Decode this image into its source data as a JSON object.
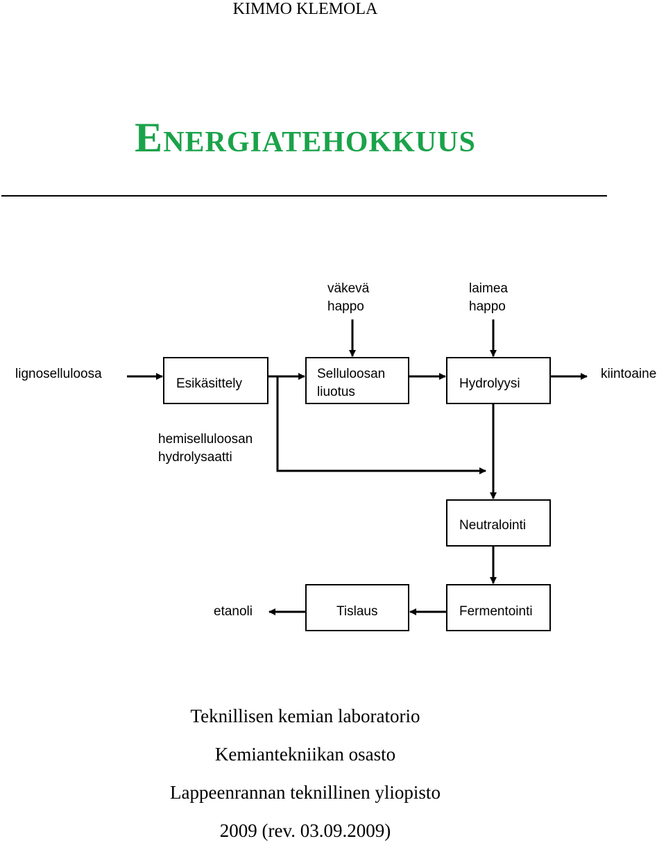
{
  "header": {
    "author": "KIMMO KLEMOLA",
    "title": "Energiatehokkuus"
  },
  "diagram": {
    "inputs": {
      "feed": "lignoselluloosa",
      "strong_acid_1": "väkevä",
      "strong_acid_2": "happo",
      "dilute_acid_1": "laimea",
      "dilute_acid_2": "happo",
      "hemi_1": "hemiselluloosan",
      "hemi_2": "hydrolysaatti"
    },
    "outputs": {
      "solids": "kiintoaine",
      "ethanol": "etanoli"
    },
    "boxes": {
      "pretreatment": "Esikäsittely",
      "cellulose_1": "Selluloosan",
      "cellulose_2": "liuotus",
      "hydrolysis": "Hydrolyysi",
      "neutralization": "Neutralointi",
      "fermentation": "Fermentointi",
      "distillation": "Tislaus"
    }
  },
  "footer": {
    "line1": "Teknillisen kemian laboratorio",
    "line2": "Kemiantekniikan osasto",
    "line3": "Lappeenrannan teknillinen yliopisto",
    "line4": "2009 (rev. 03.09.2009)"
  }
}
